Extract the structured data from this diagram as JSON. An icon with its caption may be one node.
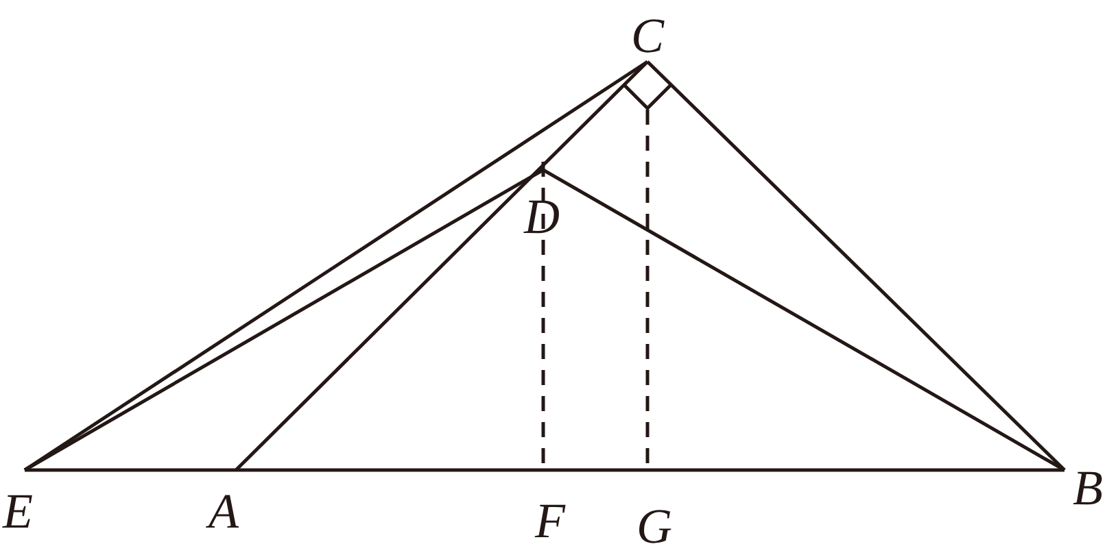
{
  "diagram": {
    "labels": [
      "C",
      "D",
      "E",
      "A",
      "F",
      "G",
      "B"
    ]
  }
}
